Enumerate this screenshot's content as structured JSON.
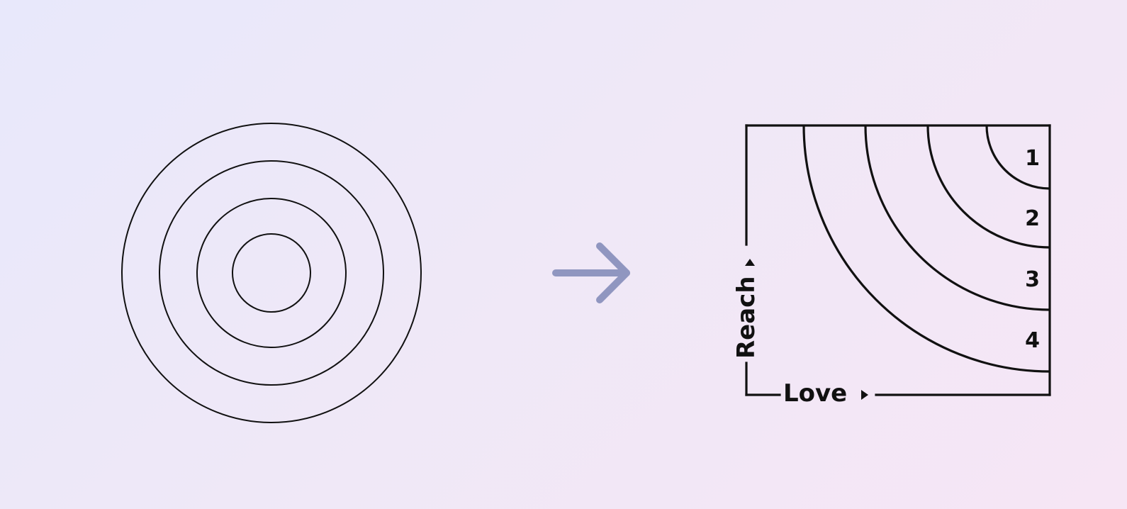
{
  "left_diagram": {
    "ring_count": 4
  },
  "transition": {
    "icon": "arrow-right-icon",
    "color": "#9096c0"
  },
  "right_diagram": {
    "zones": [
      {
        "label": "1"
      },
      {
        "label": "2"
      },
      {
        "label": "3"
      },
      {
        "label": "4"
      }
    ],
    "x_axis_label": "Love",
    "y_axis_label": "Reach",
    "line_color": "#111111"
  }
}
